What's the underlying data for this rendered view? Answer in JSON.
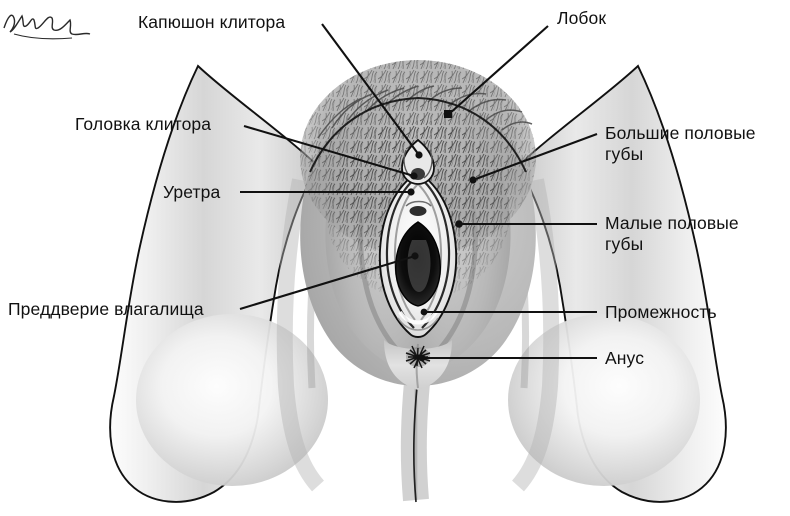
{
  "figure": {
    "type": "anatomical-illustration",
    "subject": "female external genitalia (vulva), front-below view",
    "style": "grayscale airbrush medical illustration",
    "background_color": "#ffffff",
    "line_color": "#111111",
    "artist_signature": "Jean Clark"
  },
  "labels": {
    "clitoral_hood": "Капюшон клитора",
    "mons_pubis": "Лобок",
    "glans_clitoris": "Головка клитора",
    "labia_majora": "Большие половые\nгубы",
    "urethra": "Уретра",
    "labia_minora": "Малые половые\nгубы",
    "vaginal_vestibule": "Преддверие влагалища",
    "perineum": "Промежность",
    "anus": "Анус"
  }
}
